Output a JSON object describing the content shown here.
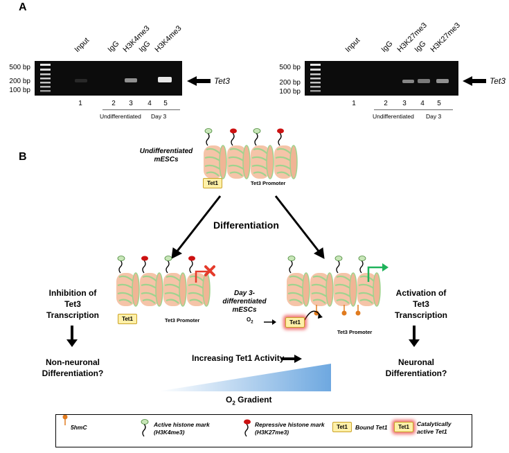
{
  "panel_a": {
    "letter": "A",
    "gel_left": {
      "bp_labels": [
        "500 bp",
        "200 bp",
        "100 bp"
      ],
      "lane_labels": [
        "Input",
        "IgG",
        "H3K4me3",
        "IgG",
        "H3K4me3"
      ],
      "lane_numbers": [
        "1",
        "2",
        "3",
        "4",
        "5"
      ],
      "group_labels": [
        "Undifferentiated",
        "Day 3"
      ],
      "gene_label": "Tet3"
    },
    "gel_right": {
      "bp_labels": [
        "500 bp",
        "200 bp",
        "100 bp"
      ],
      "lane_labels": [
        "Input",
        "IgG",
        "H3K27me3",
        "IgG",
        "H3K27me3"
      ],
      "lane_numbers": [
        "1",
        "2",
        "3",
        "4",
        "5"
      ],
      "group_labels": [
        "Undifferentiated",
        "Day 3"
      ],
      "gene_label": "Tet3"
    }
  },
  "panel_b": {
    "letter": "B",
    "undiff_label": "Undifferentiated mESCs",
    "tet1_label": "Tet1",
    "promoter_label": "Tet3 Promoter",
    "differentiation_label": "Differentiation",
    "day3_label": "Day 3-differentiated mESCs",
    "inhibition_label": "Inhibition of Tet3 Transcription",
    "activation_label": "Activation of Tet3 Transcription",
    "non_neuronal_label": "Non-neuronal Differentiation?",
    "neuronal_label": "Neuronal Differentiation?",
    "increasing_label": "Increasing Tet1 Activity",
    "o2_label": "O",
    "o2_sub": "2",
    "o2_gradient_label": "O",
    "o2_gradient_sub": "2",
    "o2_gradient_suffix": " Gradient"
  },
  "legend": {
    "hmc": "5hmC",
    "active_mark": "Active histone mark (H3K4me3)",
    "repressive_mark": "Repressive histone mark (H3K27me3)",
    "tet1_box": "Tet1",
    "bound_tet1": "Bound Tet1",
    "active_tet1": "Catalytically active Tet1"
  },
  "colors": {
    "nucleosome_fill": "#f5c4a8",
    "nucleosome_stripe": "#9fd38e",
    "active_mark": "#c8e6b8",
    "repressive_mark": "#cc1111",
    "hmc": "#e07b1f",
    "red_cross": "#e53b2b",
    "green_arrow": "#1fb35a",
    "gradient_end": "#6ea8e0"
  }
}
